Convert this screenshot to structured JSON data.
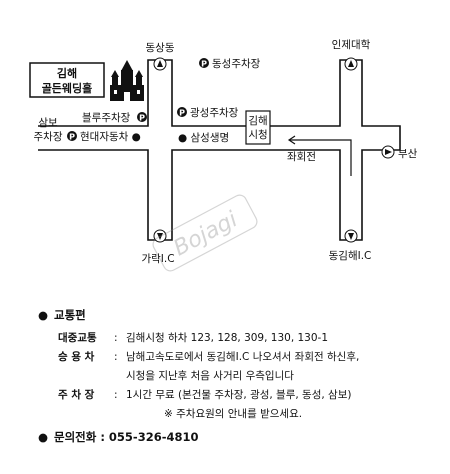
{
  "map": {
    "building_name_line1": "김해",
    "building_name_line2": "골든웨딩홀",
    "labels": {
      "dongsang": "동상동",
      "inje": "인제대학",
      "dongseong_parking": "동성주차장",
      "gwangseong_parking": "광성주차장",
      "samsung_life": "● 삼성생명",
      "city_hall_line1": "김해",
      "city_hall_line2": "시청",
      "blue_parking": "블루주차장",
      "sambo_line1": "삼보",
      "sambo_line2": "주차장",
      "hyundai_motor": "현대자동차 ●",
      "jwahoejeon": "좌회전",
      "busan": "부산",
      "gaya_ic": "가락I.C",
      "dong_gimhae_ic": "동김해I.C",
      "parking_symbol": "P",
      "watermark": "Bojagi"
    }
  },
  "info": {
    "bullet": "●",
    "section_title": "교통편",
    "transit_key": "대중교통",
    "transit_value": "김해시청 하차 123, 128, 309, 130, 130-1",
    "car_key": "승 용 차",
    "car_value_line1": "남해고속도로에서 동김해I.C 나오셔서 좌회전 하신후,",
    "car_value_line2": "시청을 지난후 처음 사거리 우측입니다",
    "parking_key": "주 차 장",
    "parking_value": "1시간 무료 (본건물 주차장, 광성, 블루, 동성, 삼보)",
    "parking_note": "※ 주차요원의 안내를 받으세요.",
    "contact_label": "문의전화 : 055-326-4810",
    "colon": ":"
  }
}
